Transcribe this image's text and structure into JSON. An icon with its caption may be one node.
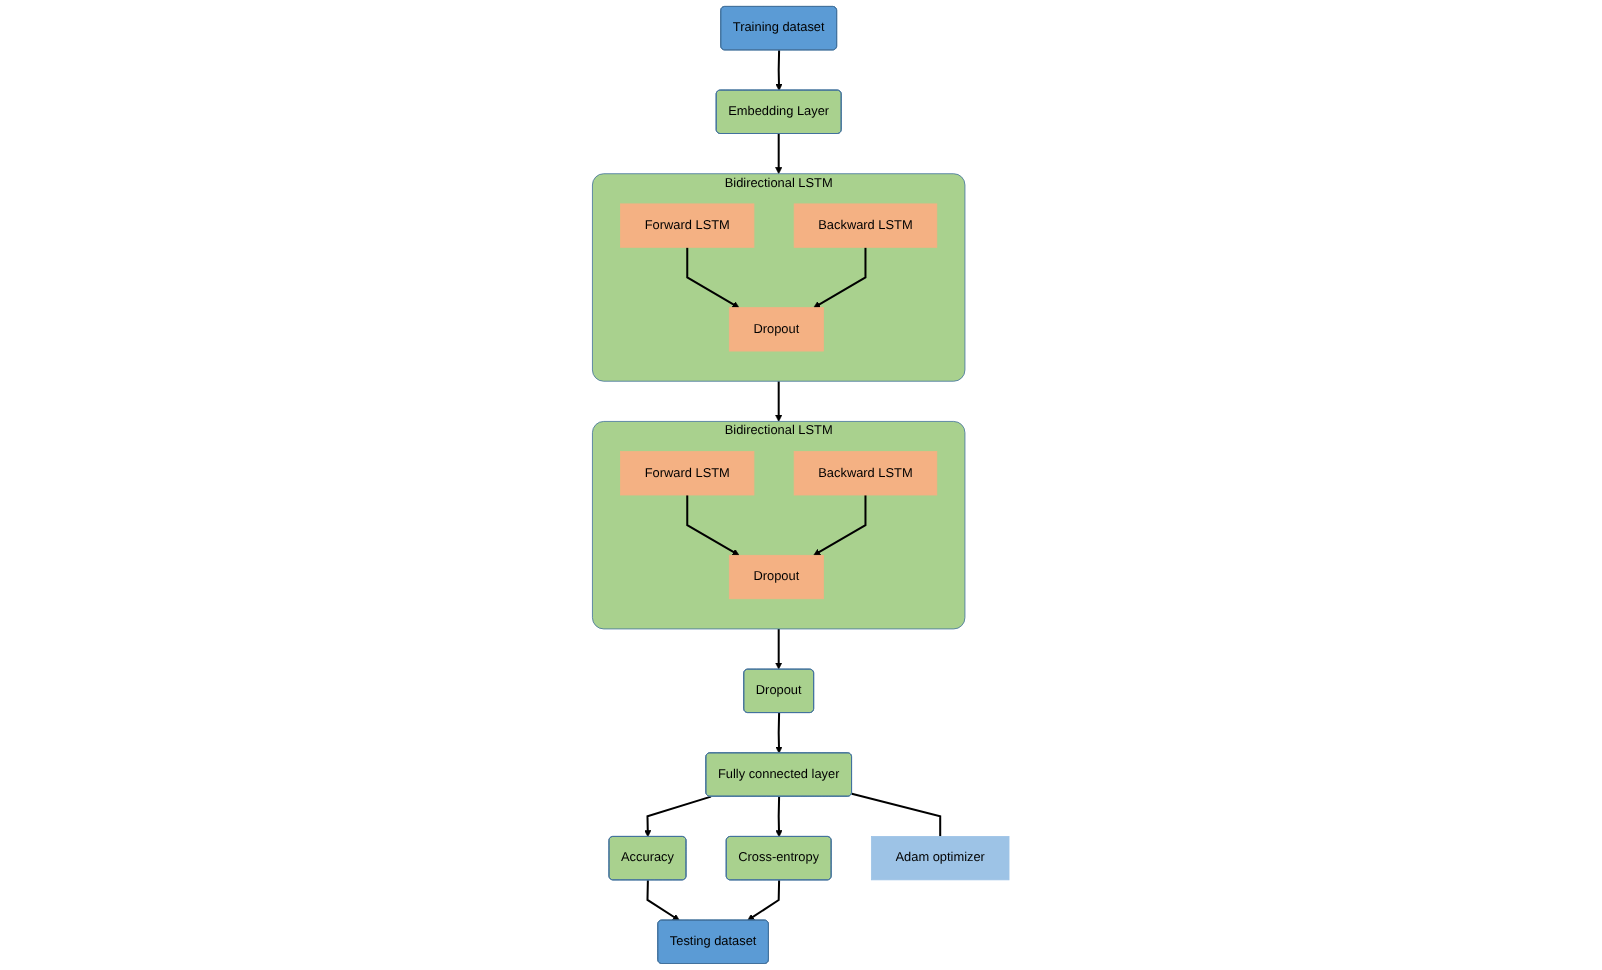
{
  "diagram": {
    "nodes": [
      {
        "text": [
          "Training dataset"
        ]
      },
      {
        "text": [
          "Embedding Layer"
        ]
      },
      {
        "text": [
          "Bidirectional LSTM"
        ]
      },
      {
        "text": [
          "Forward LSTM"
        ],
        "in": 2
      },
      {
        "text": [
          "Backward LSTM"
        ],
        "in": 2
      },
      {
        "text": [
          "Dropout"
        ],
        "in": 2
      },
      {
        "text": [
          "Bidirectional LSTM"
        ]
      },
      {
        "text": [
          "Forward LSTM"
        ],
        "in": 6
      },
      {
        "text": [
          "Backward LSTM"
        ],
        "in": 6
      },
      {
        "text": [
          "Dropout"
        ],
        "in": 6
      },
      {
        "text": [
          "Dropout"
        ]
      },
      {
        "text": [
          "Fully connected layer"
        ]
      },
      {
        "text": [
          "Accuracy"
        ]
      },
      {
        "text": [
          "Cross-entropy"
        ]
      },
      {
        "text": [
          "Testing dataset"
        ]
      },
      {
        "text": [
          "Adam optimizer"
        ]
      }
    ],
    "edges": [
      {
        "from": 0,
        "to": 1,
        "arrow": "to"
      },
      {
        "from": 1,
        "to": 2,
        "arrow": "to"
      },
      {
        "from": 3,
        "to": 5,
        "arrow": "to"
      },
      {
        "from": 4,
        "to": 5,
        "arrow": "to"
      },
      {
        "from": 2,
        "to": 6,
        "arrow": "to"
      },
      {
        "from": 7,
        "to": 9,
        "arrow": "to"
      },
      {
        "from": 8,
        "to": 9,
        "arrow": "to"
      },
      {
        "from": 6,
        "to": 10,
        "arrow": "to"
      },
      {
        "from": 10,
        "to": 11,
        "arrow": "to"
      },
      {
        "from": 11,
        "to": 12,
        "arrow": "to"
      },
      {
        "from": 11,
        "to": 13,
        "arrow": "to"
      },
      {
        "from": 12,
        "to": 14,
        "arrow": "to"
      },
      {
        "from": 13,
        "to": 14,
        "arrow": "to"
      },
      {
        "from": 11,
        "to": 15,
        "arrow": "none"
      }
    ]
  }
}
